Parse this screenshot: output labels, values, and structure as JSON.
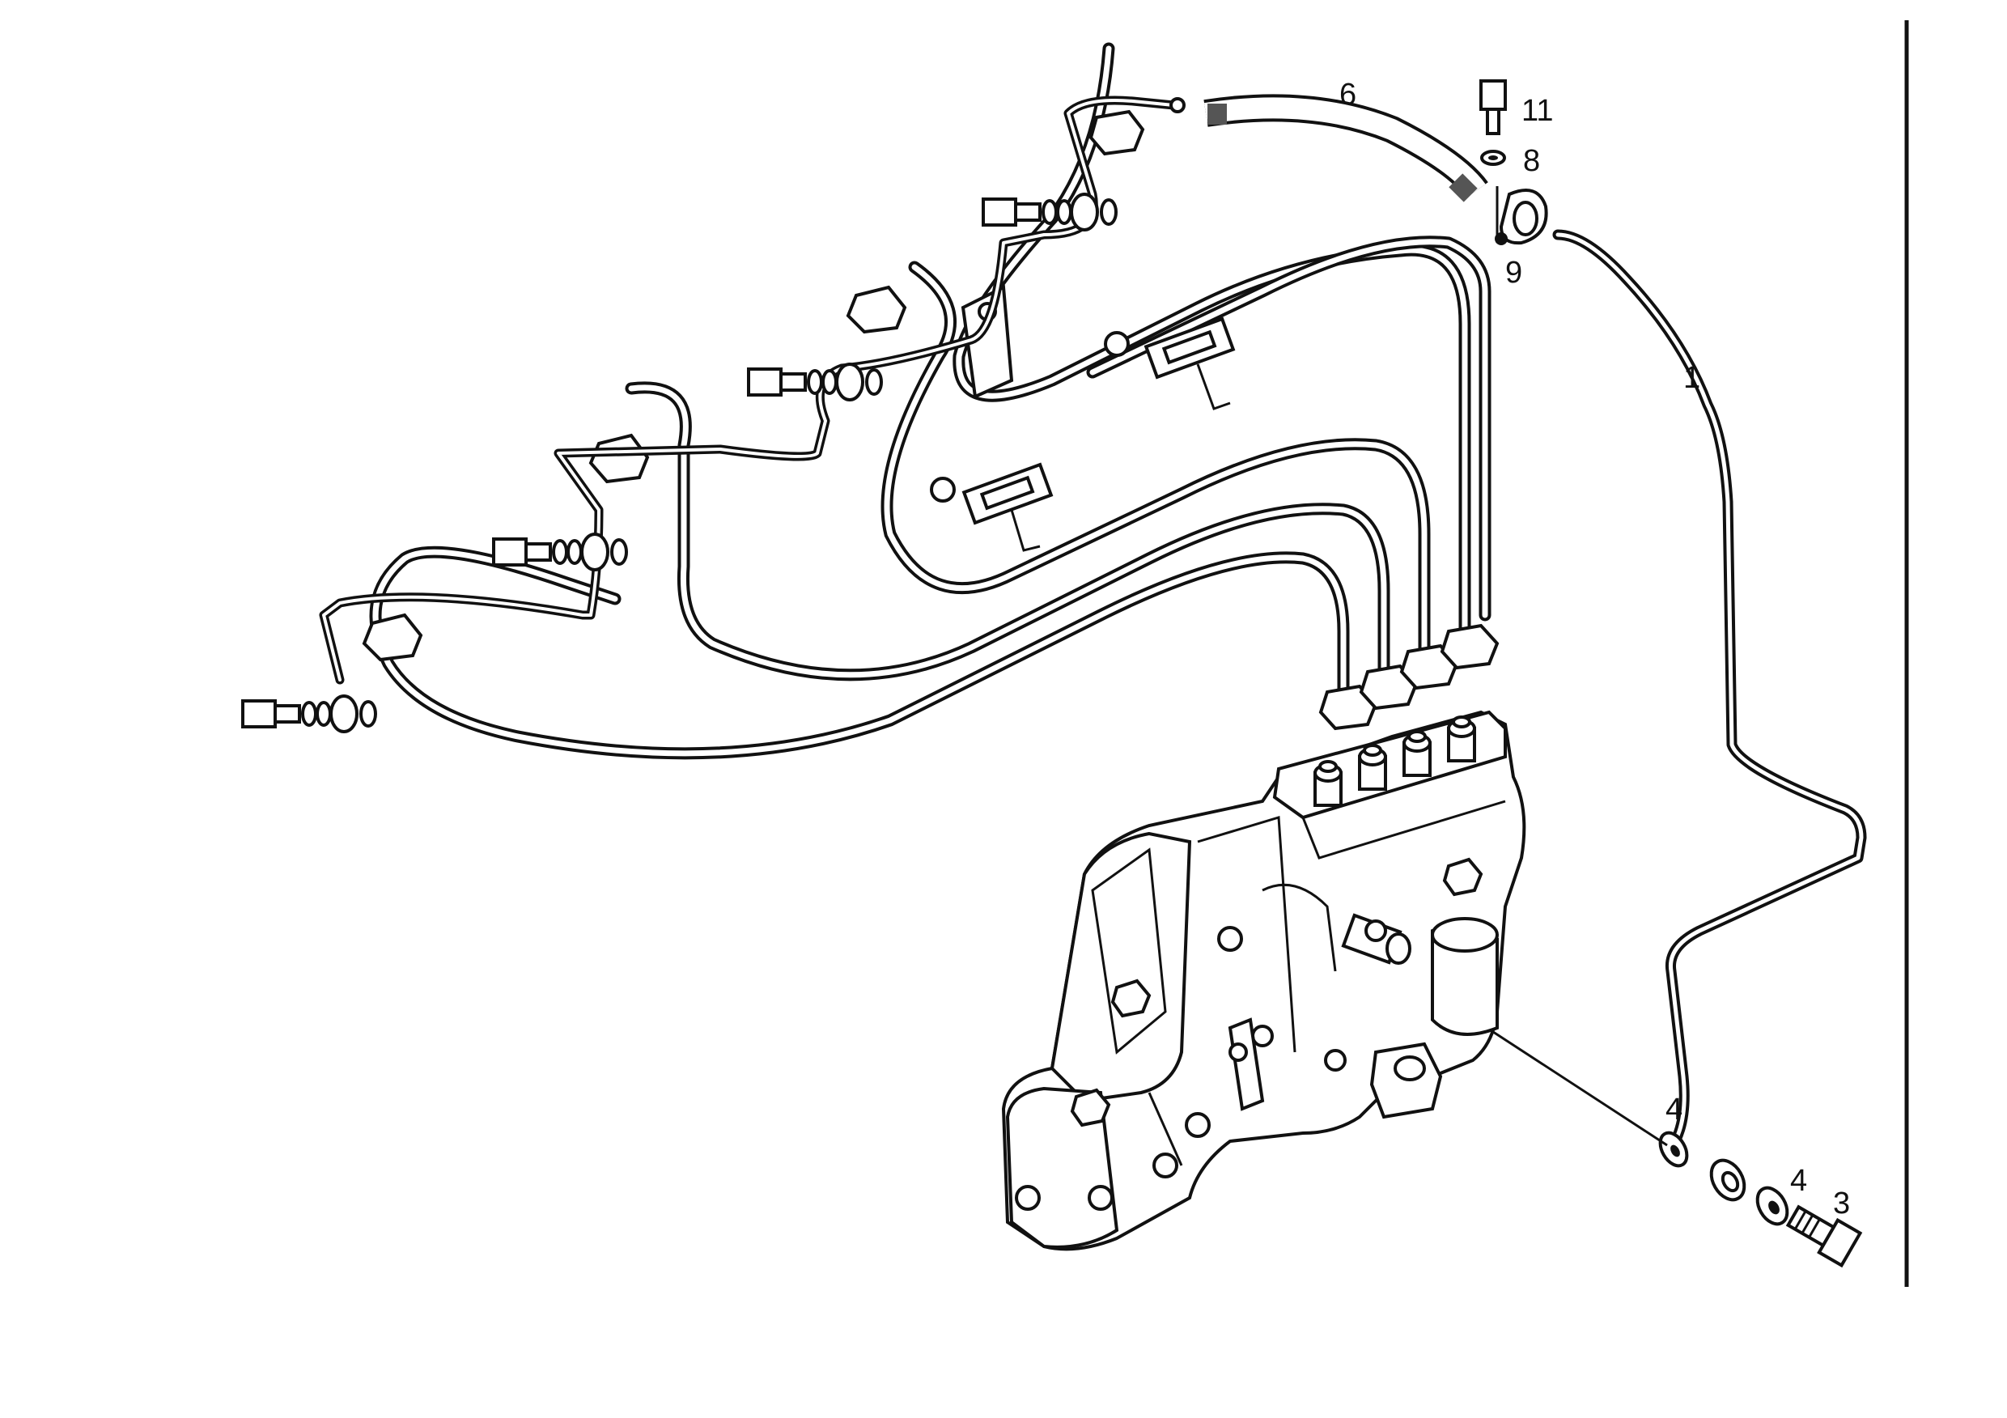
{
  "callouts": {
    "c1": "1",
    "c3": "3",
    "c4a": "4",
    "c4b": "4",
    "c6": "6",
    "c8": "8",
    "c9": "9",
    "c11": "11"
  },
  "colors": {
    "ink": "#111111",
    "paper": "#ffffff"
  }
}
